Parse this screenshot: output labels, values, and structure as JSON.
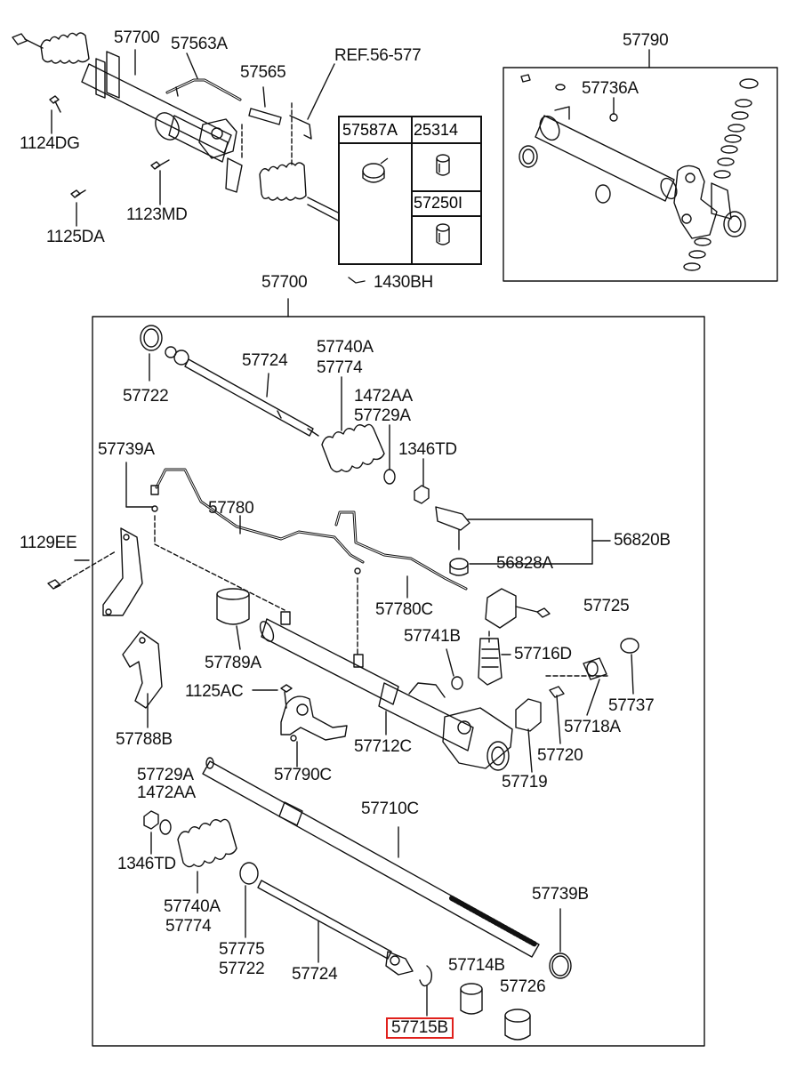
{
  "labels": {
    "l57700_top": "57700",
    "l57563A": "57563A",
    "lREF": "REF.56-577",
    "l57565": "57565",
    "l1124DG": "1124DG",
    "l1123MD": "1123MD",
    "l1125DA": "1125DA",
    "l57790": "57790",
    "l57736A": "57736A",
    "l57700_mid": "57700",
    "l1430BH": "1430BH",
    "l57722_a": "57722",
    "l57724_a": "57724",
    "l57740A_a": "57740A",
    "l57774_a": "57774",
    "l1472AA_a": "1472AA",
    "l57729A_a": "57729A",
    "l1346TD_a": "1346TD",
    "l57739A": "57739A",
    "l57780": "57780",
    "l1129EE": "1129EE",
    "l56820B": "56820B",
    "l56828A": "56828A",
    "l57780C": "57780C",
    "l57725": "57725",
    "l57789A": "57789A",
    "l57741B": "57741B",
    "l57716D": "57716D",
    "l1125AC": "1125AC",
    "l57737": "57737",
    "l57718A": "57718A",
    "l57788B": "57788B",
    "l57712C": "57712C",
    "l57720": "57720",
    "l57790C": "57790C",
    "l57719": "57719",
    "l57729A_b": "57729A",
    "l1472AA_b": "1472AA",
    "l57710C": "57710C",
    "l1346TD_b": "1346TD",
    "l57739B": "57739B",
    "l57740A_b": "57740A",
    "l57774_b": "57774",
    "l57775": "57775",
    "l57722_b": "57722",
    "l57724_b": "57724",
    "l57714B": "57714B",
    "l57726": "57726",
    "l57715B": "57715B"
  },
  "parts_table": {
    "c1": "57587A",
    "c2": "25314",
    "c3": "57250I"
  },
  "colors": {
    "line": "#111111",
    "highlight": "#e0201c",
    "background": "#ffffff"
  },
  "highlighted_part": "57715B"
}
